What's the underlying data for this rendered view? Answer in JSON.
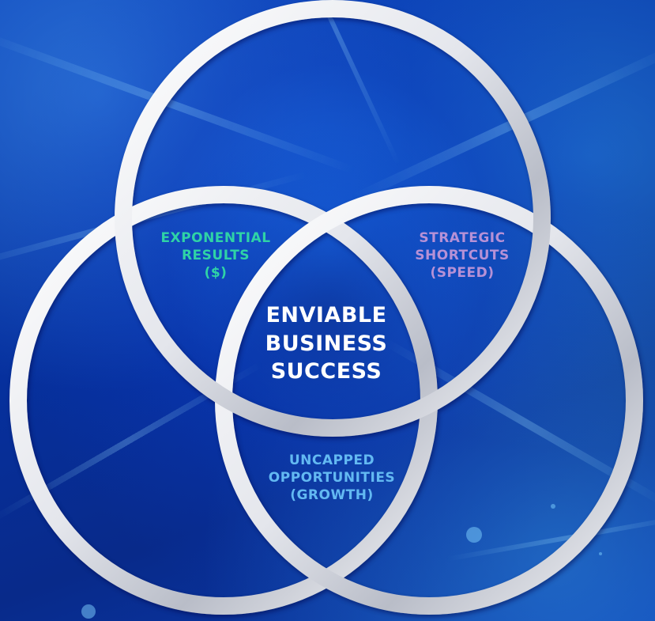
{
  "diagram": {
    "type": "venn",
    "circles": 3,
    "ring_color": "#e6e7ec",
    "top_left": {
      "lines": [
        "EXPONENTIAL",
        "RESULTS",
        "($)"
      ],
      "color": "#2fd3a6"
    },
    "top_right": {
      "lines": [
        "STRATEGIC",
        "SHORTCUTS",
        "(SPEED)"
      ],
      "color": "#b691d6"
    },
    "bottom": {
      "lines": [
        "UNCAPPED",
        "OPPORTUNITIES",
        "(GROWTH)"
      ],
      "color": "#63b9f2"
    },
    "center": {
      "lines": [
        "ENVIABLE",
        "BUSINESS",
        "SUCCESS"
      ],
      "color": "#ffffff"
    }
  }
}
